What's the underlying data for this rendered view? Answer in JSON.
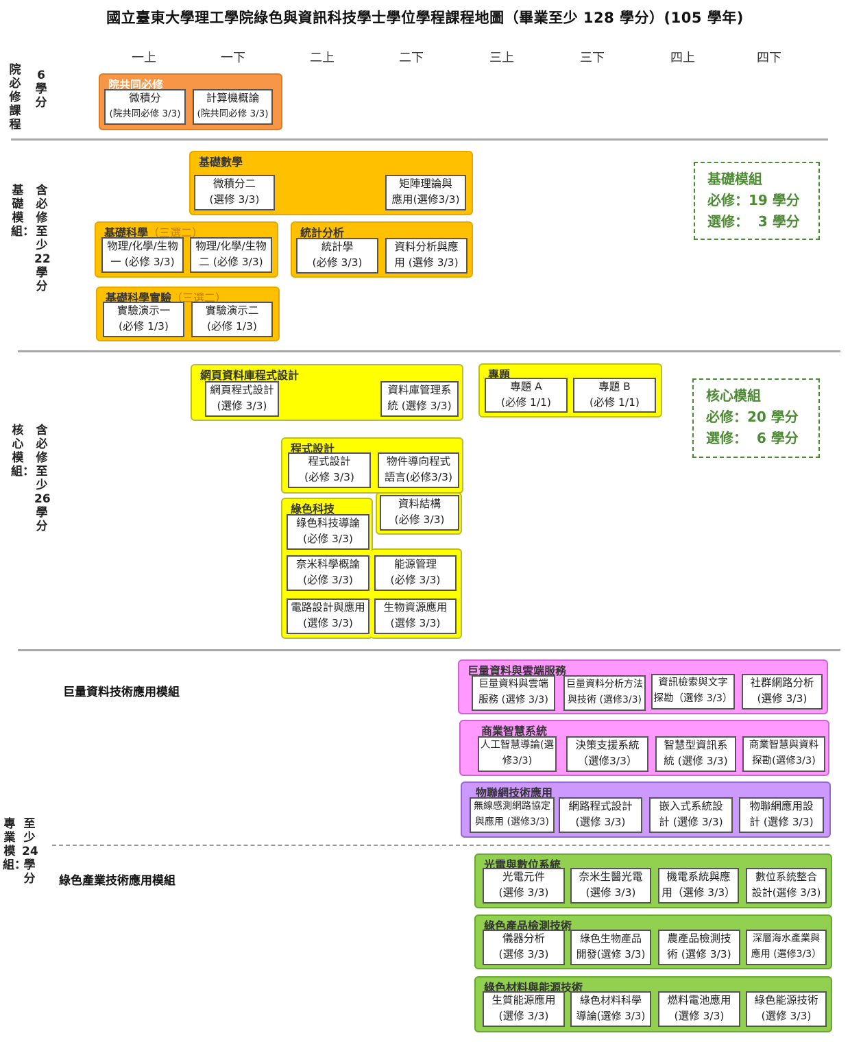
{
  "title": "國立臺東大學理工學院綠色與資訊科技學士學位學程課程地圖（畢業至少 128 學分）(105 學年)",
  "semesters": [
    "一上",
    "一下",
    "二上",
    "二下",
    "三上",
    "三下",
    "四上",
    "四下"
  ],
  "sections": {
    "college": {
      "label_a": "院必修課程",
      "label_b": "6學分"
    },
    "basic": {
      "label_a": "基礎模組：",
      "label_b": "含必修至少22學分"
    },
    "core": {
      "label_a": "核心模組：",
      "label_b": "含必修至少26學分"
    },
    "pro": {
      "label_a": "專業模組：",
      "label_b": "至少24學分"
    }
  },
  "summary_basic": {
    "title": "基礎模組",
    "req": "必修：19 學分",
    "ele": "選修：  3 學分"
  },
  "summary_core": {
    "title": "核心模組",
    "req": "必修：20 學分",
    "ele": "選修：  6 學分"
  },
  "module_labels": {
    "bigdata": "巨量資料技術應用模組",
    "green": "綠色產業技術應用模組"
  },
  "colors": {
    "orange": "#f79646",
    "gold": "#ffc000",
    "yellow": "#ffff00",
    "pink": "#ff99ff",
    "violet": "#cc99ff",
    "green": "#92d050"
  },
  "groups": {
    "g_college": {
      "title": "院共同必修",
      "courses": [
        [
          "微積分",
          "(院共同必修 3/3)"
        ],
        [
          "計算機概論",
          "(院共同必修 3/3)"
        ]
      ]
    },
    "g_math": {
      "title": "基礎數學",
      "courses": [
        [
          "微積分二",
          "(選修 3/3)"
        ],
        [
          "矩陣理論與",
          "應用(選修3/3)"
        ]
      ]
    },
    "g_sci": {
      "title": "基礎科學",
      "sub": "（三選二）",
      "courses": [
        [
          "物理/化學/生物",
          "一 (必修 3/3)"
        ],
        [
          "物理/化學/生物",
          "二 (必修 3/3)"
        ]
      ]
    },
    "g_stat": {
      "title": "統計分析",
      "courses": [
        [
          "統計學",
          "(必修 3/3)"
        ],
        [
          "資料分析與應",
          "用 (選修 3/3)"
        ]
      ]
    },
    "g_lab": {
      "title": "基礎科學實驗",
      "sub": "（三選二）",
      "courses": [
        [
          "實驗演示一",
          "(必修 1/3)"
        ],
        [
          "實驗演示二",
          "(必修 1/3)"
        ]
      ]
    },
    "g_web": {
      "title": "網頁資料庫程式設計",
      "courses": [
        [
          "網頁程式設計",
          "(選修 3/3)"
        ],
        [
          "資料庫管理系",
          "統 (選修 3/3)"
        ]
      ]
    },
    "g_proj": {
      "title": "專題",
      "courses": [
        [
          "專題 A",
          "(必修 1/1)"
        ],
        [
          "專題 B",
          "(必修 1/1)"
        ]
      ]
    },
    "g_prog": {
      "title": "程式設計",
      "courses": [
        [
          "程式設計",
          "(必修 3/3)"
        ],
        [
          "物件導向程式",
          "語言(必修3/3)"
        ],
        [
          "資料結構",
          "(必修 3/3)"
        ]
      ]
    },
    "g_gt": {
      "title": "綠色科技",
      "courses": [
        [
          "綠色科技導論",
          "(必修 3/3)"
        ],
        [
          "奈米科學概論",
          "(必修 3/3)"
        ],
        [
          "能源管理",
          "(必修 3/3)"
        ],
        [
          "電路設計與應用",
          "(選修 3/3)"
        ],
        [
          "生物資源應用",
          "(選修 3/3)"
        ]
      ]
    },
    "g_bd": {
      "title": "巨量資料與雲端服務",
      "courses": [
        [
          "巨量資料與雲端",
          "服務 (選修 3/3)"
        ],
        [
          "巨量資料分析方法",
          "與技術 (選修3/3)"
        ],
        [
          "資訊檢索與文字",
          "探勘（選修 3/3）"
        ],
        [
          "社群網路分析",
          "(選修 3/3)"
        ]
      ]
    },
    "g_bi": {
      "title": "商業智慧系統",
      "courses": [
        [
          "人工智慧導論(選",
          "修3/3)"
        ],
        [
          "決策支援系統",
          "（選修3/3）"
        ],
        [
          "智慧型資訊系",
          "統 (選修 3/3)"
        ],
        [
          "商業智慧與資料",
          "探勘(選修3/3)"
        ]
      ]
    },
    "g_iot": {
      "title": "物聯網技術應用",
      "courses": [
        [
          "無線感測網路協定",
          "與應用 (選修3/3)"
        ],
        [
          "網路程式設計",
          "(選修 3/3)"
        ],
        [
          "嵌入式系統設",
          "計 (選修 3/3)"
        ],
        [
          "物聯網應用設",
          "計 (選修 3/3)"
        ]
      ]
    },
    "g_opto": {
      "title": "光電與數位系統",
      "courses": [
        [
          "光電元件",
          "(選修 3/3)"
        ],
        [
          "奈米生醫光電",
          "(選修 3/3)"
        ],
        [
          "機電系統與應",
          "用（選修 3/3）"
        ],
        [
          "數位系統整合",
          "設計(選修 3/3)"
        ]
      ]
    },
    "g_insp": {
      "title": "綠色產品檢測技術",
      "courses": [
        [
          "儀器分析",
          "(選修 3/3)"
        ],
        [
          "綠色生物產品",
          "開發(選修 3/3)"
        ],
        [
          "農產品檢測技",
          "術 (選修 3/3)"
        ],
        [
          "深層海水產業與",
          "應用 (選修3/3）"
        ]
      ]
    },
    "g_mat": {
      "title": "綠色材料與能源技術",
      "courses": [
        [
          "生質能源應用",
          "(選修 3/3)"
        ],
        [
          "綠色材料科學",
          "導論(選修 3/3)"
        ],
        [
          "燃料電池應用",
          "(選修 3/3)"
        ],
        [
          "綠色能源技術",
          "(選修 3/3)"
        ]
      ]
    }
  }
}
